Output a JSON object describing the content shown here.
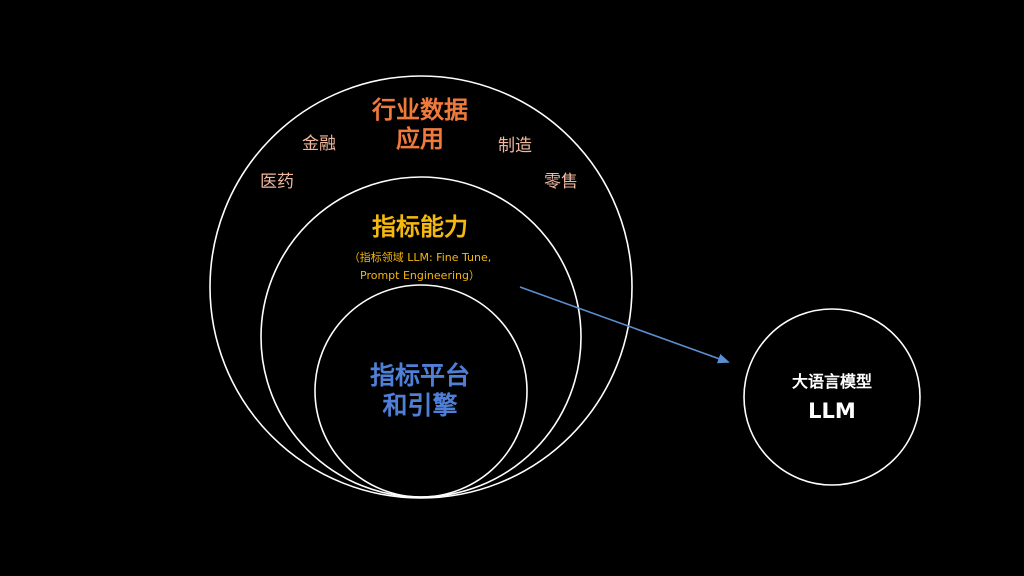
{
  "diagram": {
    "outer_circle": {
      "title_line1": "行业数据",
      "title_line2": "应用",
      "industries": {
        "finance": "金融",
        "manufacturing": "制造",
        "medicine": "医药",
        "retail": "零售"
      }
    },
    "middle_circle": {
      "title": "指标能力",
      "subtitle_line1": "（指标领域 LLM: Fine Tune,",
      "subtitle_line2": "Prompt Engineering）"
    },
    "inner_circle": {
      "title_line1": "指标平台",
      "title_line2": "和引擎"
    },
    "llm_circle": {
      "title": "大语言模型",
      "subtitle": "LLM"
    }
  },
  "colors": {
    "background": "#000000",
    "circle_stroke": "#ffffff",
    "outer_title": "#f07a3c",
    "industry_label": "#f0b8a0",
    "middle_title": "#f5b80f",
    "middle_subtitle": "#f5b80f",
    "inner_title": "#4f7fd6",
    "llm_text": "#ffffff",
    "arrow": "#5b8fd0"
  }
}
